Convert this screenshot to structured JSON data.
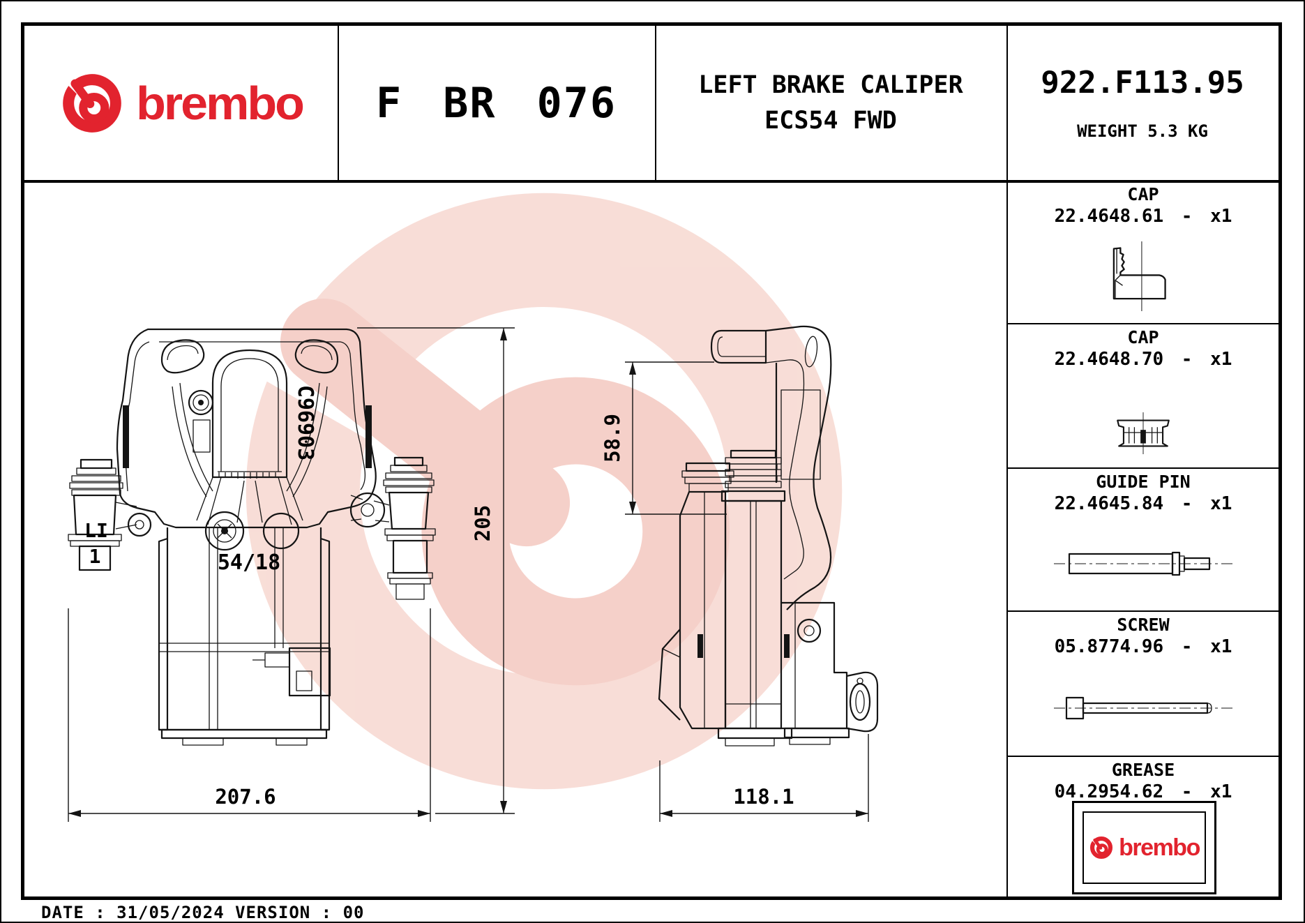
{
  "header": {
    "brand": "brembo",
    "code": "F BR 076",
    "title_line1": "LEFT BRAKE CALIPER",
    "title_line2": "ECS54 FWD",
    "part_number": "922.F113.95",
    "weight": "WEIGHT 5.3 KG"
  },
  "colors": {
    "brand_red": "#e2232e",
    "line_black": "#141414",
    "watermark_ring": "#f8dbd4",
    "watermark_inner": "#f5c6bc"
  },
  "drawing": {
    "labels": {
      "bleeder_mark": "LI",
      "bleeder_num": "1",
      "pad_spec": "54/18",
      "casting_code": "C96903"
    },
    "dimensions": {
      "overall_width": "207.6",
      "overall_height": "205",
      "bracket_offset": "58.9",
      "side_depth": "118.1"
    }
  },
  "sidebar": {
    "sections": [
      {
        "title": "CAP",
        "part": "22.4648.61 - x1",
        "icon": "cap-angle-icon"
      },
      {
        "title": "CAP",
        "part": "22.4648.70 - x1",
        "icon": "cap-plug-icon"
      },
      {
        "title": "GUIDE PIN",
        "part": "22.4645.84 - x1",
        "icon": "guide-pin-icon"
      },
      {
        "title": "SCREW",
        "part": "05.8774.96 - x1",
        "icon": "screw-icon"
      },
      {
        "title": "GREASE",
        "part": "04.2954.62 - x1",
        "icon": "grease-pack-icon"
      }
    ],
    "grease_brand": "brembo"
  },
  "footer": {
    "text": "DATE : 31/05/2024 VERSION : 00"
  }
}
